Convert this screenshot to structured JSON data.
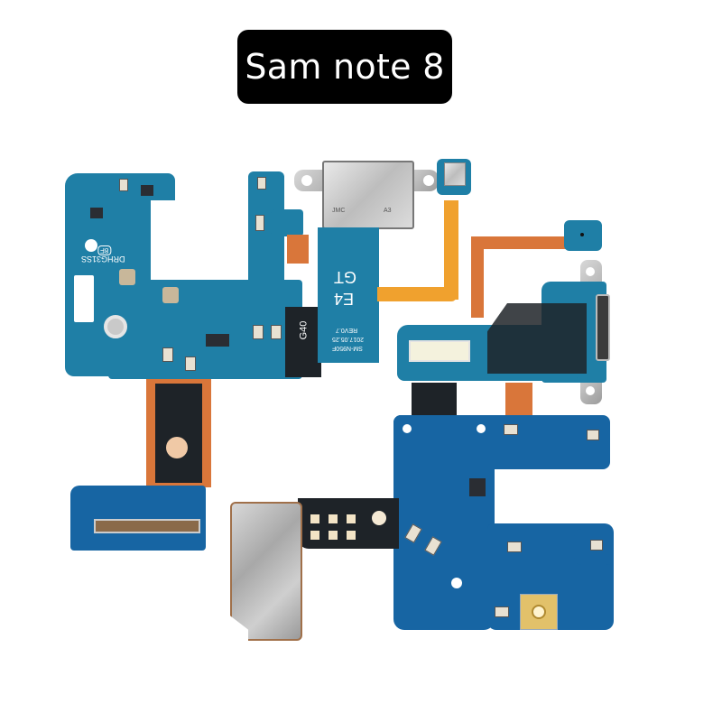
{
  "label": {
    "text": "Sam note 8",
    "background": "#000000",
    "color": "#ffffff"
  },
  "photo": {
    "subject": "Samsung Galaxy Note 8 charging port flex cable boards",
    "board_markings": {
      "left_board": [
        "DRHG31SS",
        "8F",
        "G40"
      ],
      "connector_board": [
        "E4",
        "GT",
        "2017.05.25",
        "REV0.7",
        "SM-N950F"
      ],
      "usb_connector": [
        "JMC",
        "A3"
      ]
    },
    "colors": {
      "pcb_blue": "#1f7fa6",
      "pcb_dark_blue": "#1765a3",
      "flex_orange": "#f0a12e",
      "flex_copper": "#d9763a",
      "flex_black": "#1e2328",
      "steel": "#b5b5b5"
    }
  }
}
